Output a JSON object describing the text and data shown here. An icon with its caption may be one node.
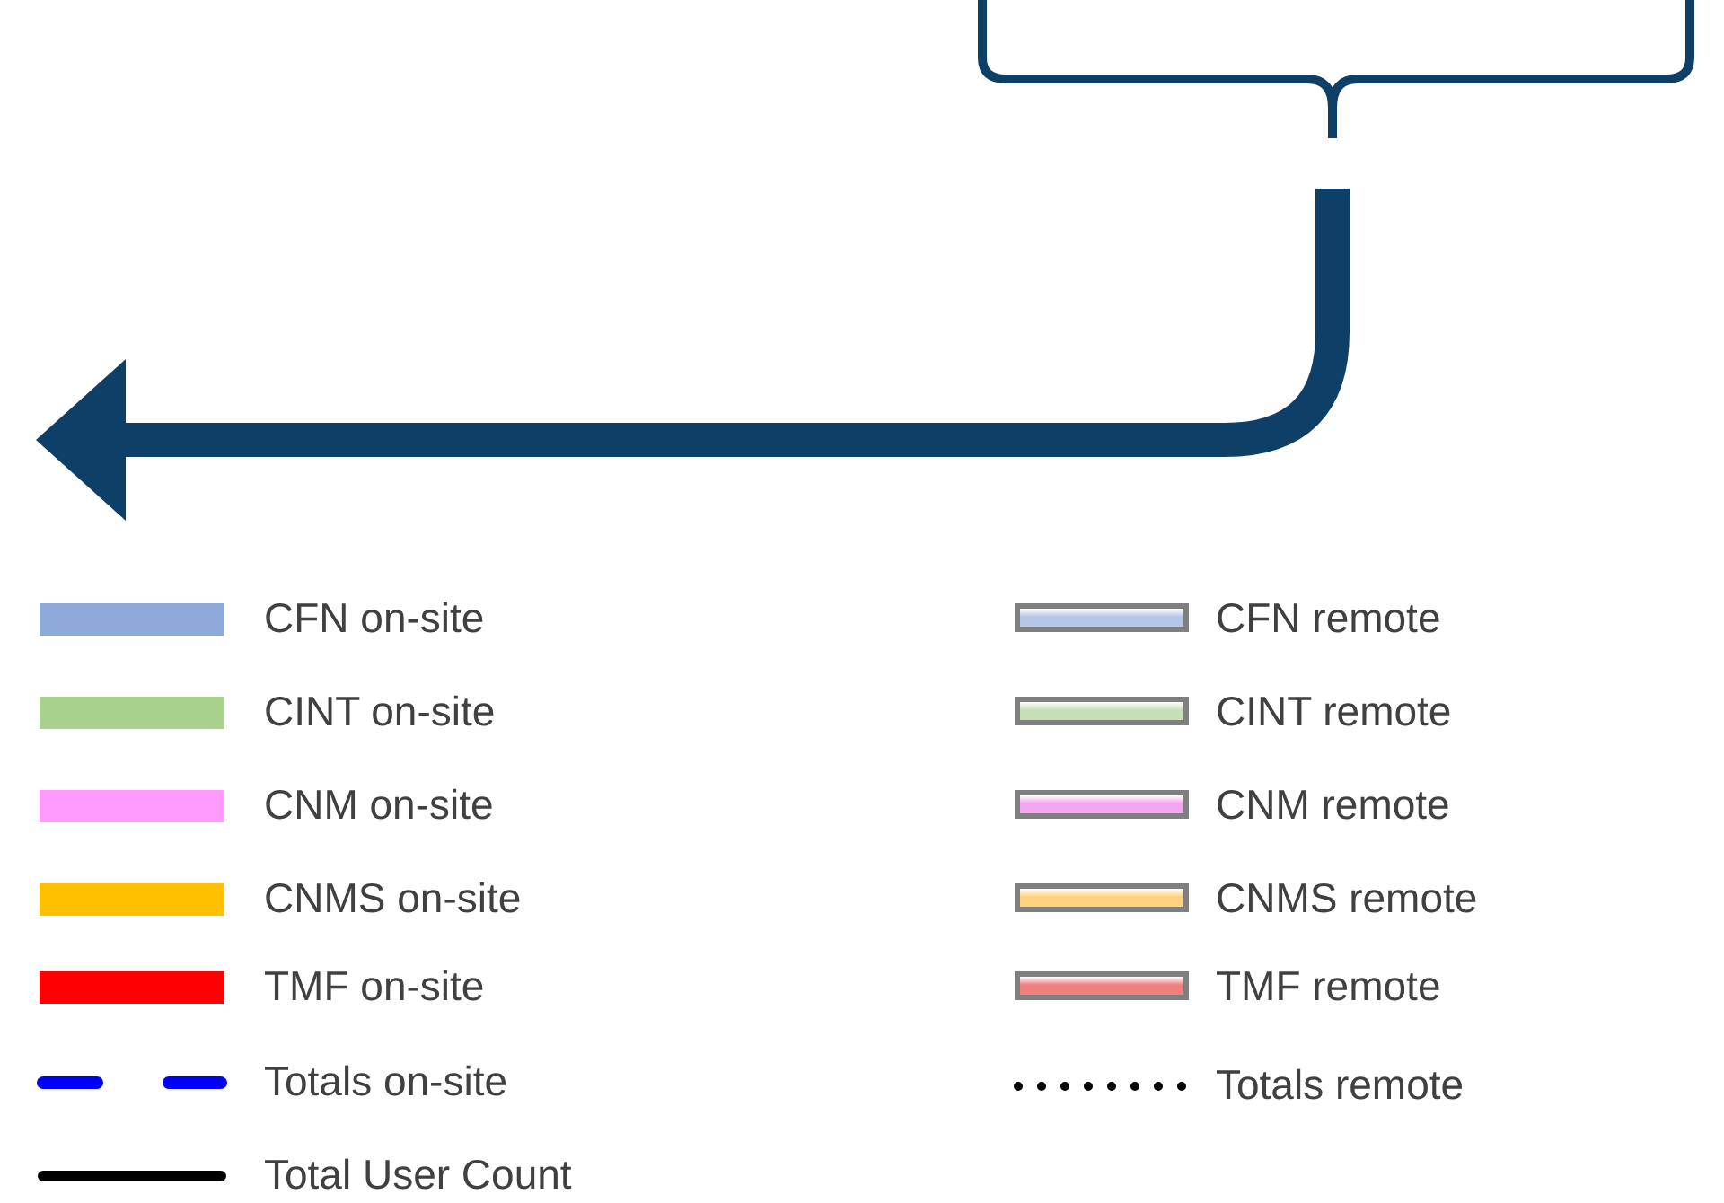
{
  "diagram": {
    "legend": [
      {
        "text": "CFN on-site",
        "color": "#8eaadb"
      },
      {
        "text": "CFN remote",
        "color": "#b4c7e7"
      },
      {
        "text": "CINT on-site",
        "color": "#a9d18e"
      },
      {
        "text": "CINT remote",
        "color": "#c5e0b4"
      },
      {
        "text": "CNM on-site",
        "color": "#ff99ff"
      },
      {
        "text": "CNM remote",
        "color": "#f4a6f0"
      },
      {
        "text": "CNMS on-site",
        "color": "#ffc000"
      },
      {
        "text": "CNMS remote",
        "color": "#ffd27f"
      },
      {
        "text": "TMF on-site",
        "color": "#ff0000"
      },
      {
        "text": "TMF remote",
        "color": "#f08080"
      },
      {
        "text": "Totals on-site"
      },
      {
        "text": "Totals remote"
      },
      {
        "text": "Total User Count"
      }
    ]
  }
}
